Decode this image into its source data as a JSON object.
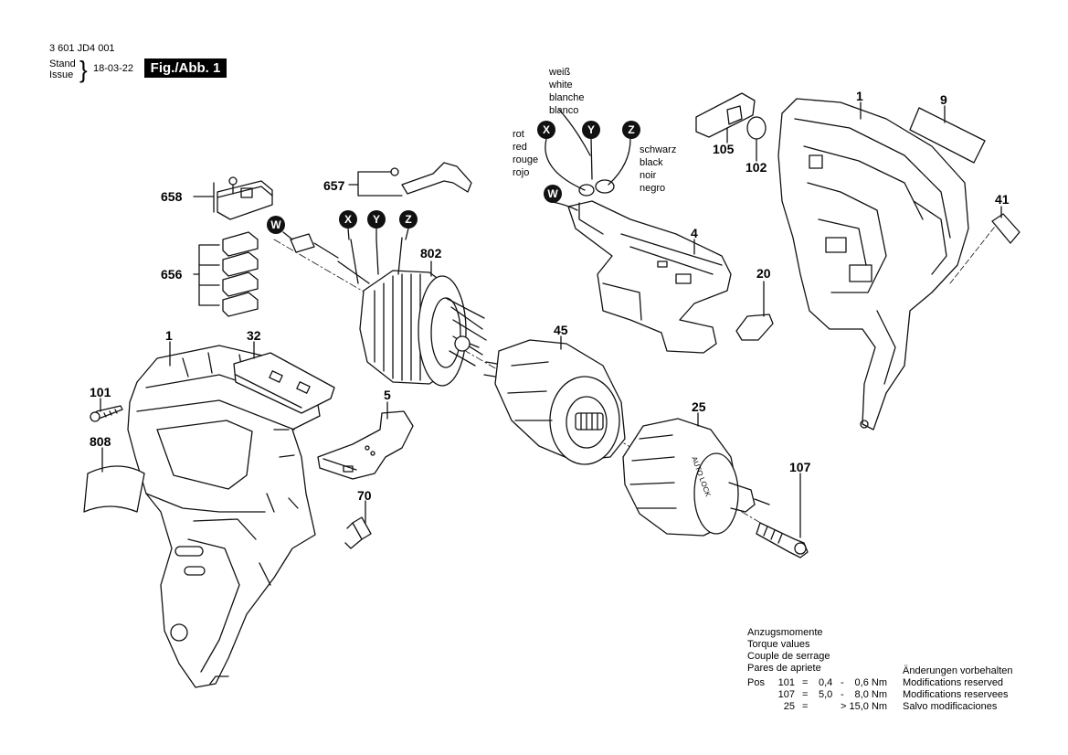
{
  "header": {
    "part_number": "3 601 JD4 001",
    "stand_label": "Stand",
    "issue_label": "Issue",
    "date": "18-03-22",
    "figure_label": "Fig./Abb. 1"
  },
  "wire_colors": {
    "white": [
      "weiß",
      "white",
      "blanche",
      "blanco"
    ],
    "red": [
      "rot",
      "red",
      "rouge",
      "rojo"
    ],
    "black": [
      "schwarz",
      "black",
      "noir",
      "negro"
    ]
  },
  "connectors": {
    "x": "X",
    "y": "Y",
    "z": "Z",
    "w": "W"
  },
  "part_labels": {
    "p658": "658",
    "p657": "657",
    "p656": "656",
    "p802": "802",
    "p4": "4",
    "p20": "20",
    "p105": "105",
    "p102": "102",
    "p1_right": "1",
    "p9": "9",
    "p41": "41",
    "p1_left": "1",
    "p32": "32",
    "p101": "101",
    "p808": "808",
    "p5": "5",
    "p70": "70",
    "p45": "45",
    "p25": "25",
    "p107": "107"
  },
  "torque": {
    "title_de": "Anzugsmomente",
    "title_en": "Torque values",
    "title_fr": "Couple de serrage",
    "title_es": "Pares de apriete",
    "pos_label": "Pos",
    "rows": [
      {
        "pos": "101",
        "eq": "=",
        "min": "0,4",
        "dash": "-",
        "max": "0,6 Nm"
      },
      {
        "pos": "107",
        "eq": "=",
        "min": "5,0",
        "dash": "-",
        "max": "8,0 Nm"
      },
      {
        "pos": "25",
        "eq": "=",
        "min": "",
        "dash": "",
        "max": "> 15,0 Nm"
      }
    ]
  },
  "modifications": [
    "Änderungen vorbehalten",
    "Modifications reserved",
    "Modifications reservees",
    "Salvo modificaciones"
  ],
  "printed_marks": {
    "chuck_text": "AUTO LOCK"
  }
}
